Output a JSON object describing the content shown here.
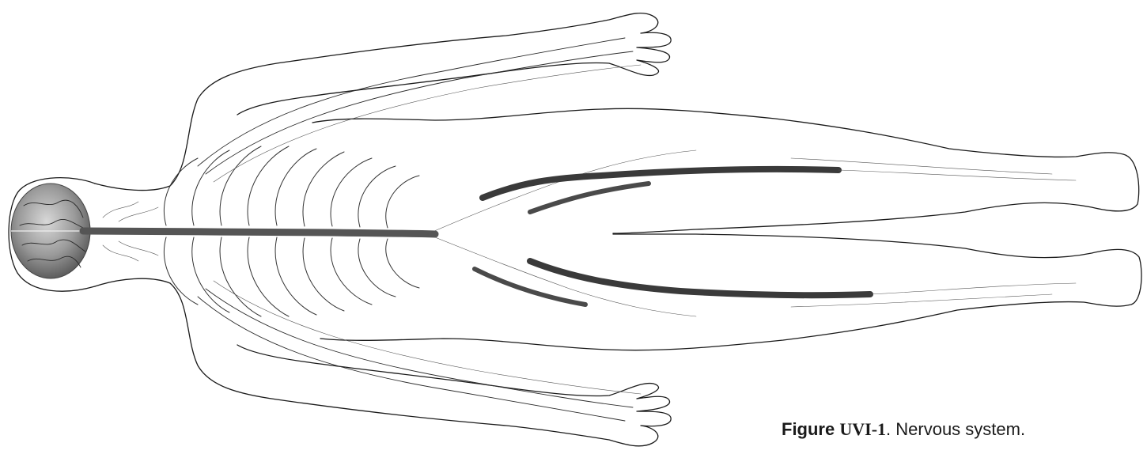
{
  "caption": {
    "figure_word": "Figure",
    "figure_number": "UVI-1",
    "caption_text": ". Nervous system."
  },
  "colors": {
    "outline": "#1a1a1a",
    "brain": "#8c8c8c",
    "spinal_cord": "#555555",
    "sciatic_nerve": "#3a3a3a"
  }
}
